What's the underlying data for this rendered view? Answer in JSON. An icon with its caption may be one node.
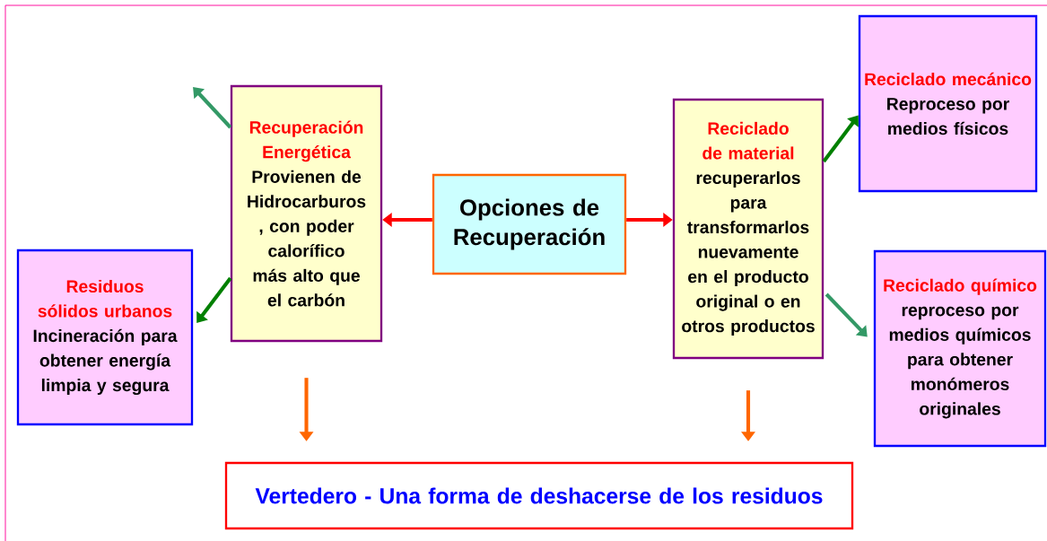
{
  "diagram": {
    "nodes": [
      {
        "text": [
          "Opciones de Recuperación"
        ]
      },
      {
        "text": [
          "Recuperación Energética",
          "Provienen de Hidrocarburos , con poder calorífico más alto que el carbón"
        ]
      },
      {
        "text": [
          "Residuos sólidos urbanos",
          "Incineración para obtener energía limpia y segura"
        ]
      },
      {
        "text": [
          "Reciclado de material",
          "recuperarlos para transformarlos nuevamente en el producto original o en otros productos"
        ]
      },
      {
        "text": [
          "Reciclado mecánico",
          "Reproceso por medios físicos"
        ]
      },
      {
        "text": [
          "Reciclado químico",
          "reproceso por medios químicos para obtener monómeros originales"
        ]
      },
      {
        "text": [
          "Vertedero - Una forma de deshacerse de los residuos"
        ]
      }
    ],
    "edges": [
      {
        "from": 0,
        "to": 1,
        "arrow": "to",
        "color": "#ff0000"
      },
      {
        "from": 0,
        "to": 3,
        "arrow": "to",
        "color": "#ff0000"
      },
      {
        "from": 1,
        "to": null,
        "arrow": "to",
        "color": "#339966"
      },
      {
        "from": 1,
        "to": 2,
        "arrow": "to",
        "color": "#008000"
      },
      {
        "from": 3,
        "to": 4,
        "arrow": "to",
        "color": "#008000"
      },
      {
        "from": 3,
        "to": 5,
        "arrow": "to",
        "color": "#339966"
      },
      {
        "from": 1,
        "to": 6,
        "arrow": "to",
        "color": "#ff6600"
      },
      {
        "from": 3,
        "to": 6,
        "arrow": "to",
        "color": "#ff6600"
      }
    ]
  }
}
